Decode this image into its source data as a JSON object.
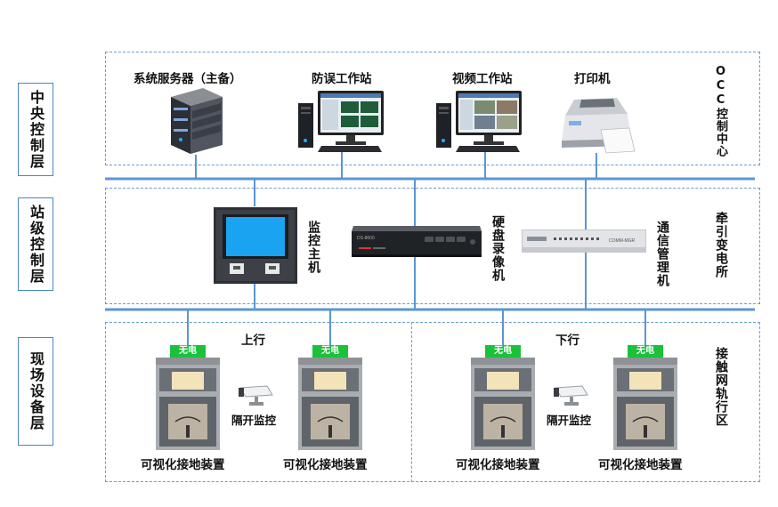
{
  "layers": {
    "central": "中央控制层",
    "station": "站级控制层",
    "field": "现场设备层"
  },
  "occ": {
    "zone_label": "OCC控制中心",
    "devices": {
      "server": "系统服务器（主备）",
      "anti_misop": "防误工作站",
      "video": "视频工作站",
      "printer": "打印机"
    }
  },
  "station": {
    "zone_label": "牵引变电所",
    "devices": {
      "monitor_host": "监控主机",
      "dvr": "硬盘录像机",
      "comm_mgr": "通信管理机"
    },
    "dvr_panel_text": "DS-8600",
    "comm_panel_text": "COMM-MGR"
  },
  "field": {
    "zone_label": "接触网轨行区",
    "up_label": "上行",
    "down_label": "下行",
    "camera_label": "隔开监控",
    "device_label": "可视化接地装置",
    "status_light": "无电"
  },
  "colors": {
    "border": "#4a86c6",
    "bus": "#5b95d6",
    "status_green": "#19c23a"
  }
}
